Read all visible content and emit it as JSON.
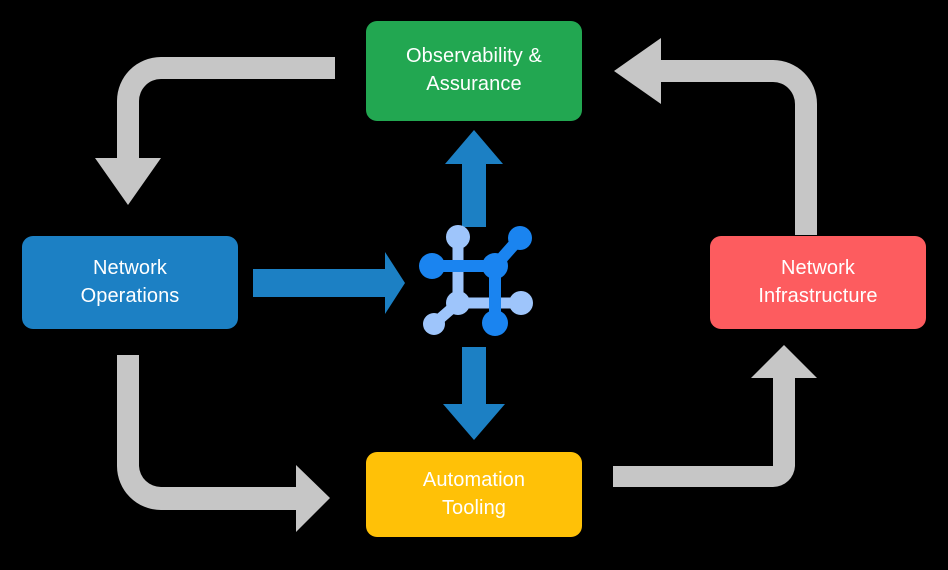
{
  "diagram": {
    "title": "Network automation closed-loop cycle",
    "background_color": "#000000",
    "nodes": [
      {
        "id": "observability",
        "label": "Observability &\nAssurance",
        "color": "#22a751",
        "text_color": "#ffffff",
        "position": "top"
      },
      {
        "id": "operations",
        "label": "Network\nOperations",
        "color": "#1c80c4",
        "text_color": "#ffffff",
        "position": "left"
      },
      {
        "id": "infrastructure",
        "label": "Network\nInfrastructure",
        "color": "#fd5c5f",
        "text_color": "#ffffff",
        "position": "right"
      },
      {
        "id": "automation",
        "label": "Automation\nTooling",
        "color": "#ffc107",
        "text_color": "#ffffff",
        "position": "bottom"
      }
    ],
    "center": {
      "id": "network-topology",
      "icon": "network-topology-icon",
      "colors": {
        "dark_blue": "#1a84f0",
        "light_blue": "#9ec5fb"
      }
    },
    "arrows": {
      "accent_color": "#1c80c4",
      "flow_color": "#c6c6c6",
      "blue": [
        {
          "id": "operations-to-center",
          "from": "operations",
          "to": "network-topology",
          "direction": "right"
        },
        {
          "id": "center-to-observability",
          "from": "network-topology",
          "to": "observability",
          "direction": "up"
        },
        {
          "id": "center-to-automation",
          "from": "network-topology",
          "to": "automation",
          "direction": "down"
        }
      ],
      "gray": [
        {
          "id": "observability-to-operations",
          "from": "observability",
          "to": "operations",
          "direction": "down-left"
        },
        {
          "id": "infrastructure-to-observability",
          "from": "infrastructure",
          "to": "observability",
          "direction": "up-left"
        },
        {
          "id": "operations-to-automation",
          "from": "operations",
          "to": "automation",
          "direction": "down-right"
        },
        {
          "id": "automation-to-infrastructure",
          "from": "automation",
          "to": "infrastructure",
          "direction": "up-right"
        }
      ]
    }
  }
}
